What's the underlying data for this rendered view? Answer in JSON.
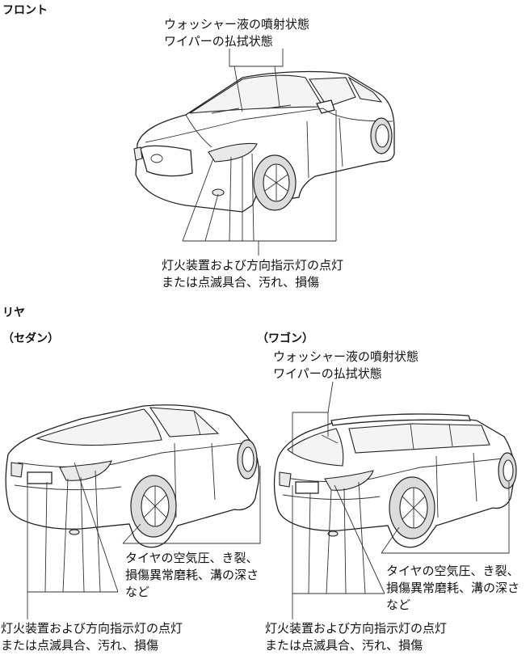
{
  "sections": {
    "front": "フロント",
    "rear": "リヤ",
    "sedan": "（セダン）",
    "wagon": "（ワゴン）"
  },
  "callouts": {
    "front_washer_1": "ウォッシャー液の噴射状態",
    "front_washer_2": "ワイパーの払拭状態",
    "front_lamp_1": "灯火装置および方向指示灯の点灯",
    "front_lamp_2": "または点滅具合、汚れ、損傷",
    "sedan_tire_1": "タイヤの空気圧、き裂、",
    "sedan_tire_2": "損傷異常磨耗、溝の深さ",
    "sedan_tire_3": "など",
    "sedan_lamp_1": "灯火装置および方向指示灯の点灯",
    "sedan_lamp_2": "または点滅具合、汚れ、損傷",
    "wagon_washer_1": "ウォッシャー液の噴射状態",
    "wagon_washer_2": "ワイパーの払拭状態",
    "wagon_tire_1": "タイヤの空気圧、き裂、",
    "wagon_tire_2": "損傷異常磨耗、溝の深さ",
    "wagon_tire_3": "など",
    "wagon_lamp_1": "灯火装置および方向指示灯の点灯",
    "wagon_lamp_2": "または点滅具合、汚れ、損傷"
  }
}
